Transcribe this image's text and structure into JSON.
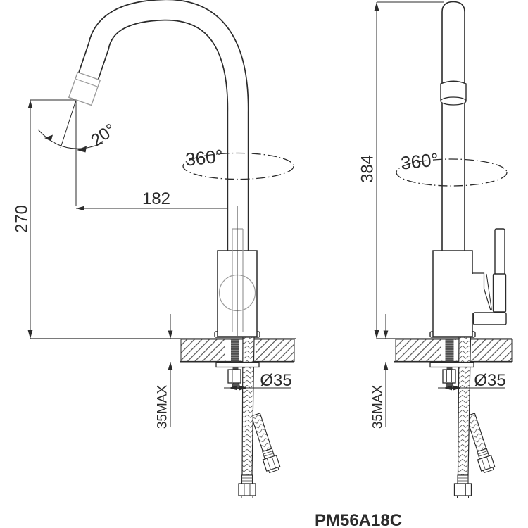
{
  "drawing": {
    "model": "PM56A18C",
    "front": {
      "height": "270",
      "reach": "182",
      "angle": "20°",
      "swivel": "360°",
      "deck_max": "35MAX",
      "hole": "Ø35"
    },
    "side": {
      "height": "384",
      "swivel": "360°",
      "deck_max": "35MAX",
      "hole": "Ø35"
    },
    "colors": {
      "line": "#2b2b2b",
      "light_line": "#9b9b9b",
      "background": "#ffffff"
    }
  }
}
